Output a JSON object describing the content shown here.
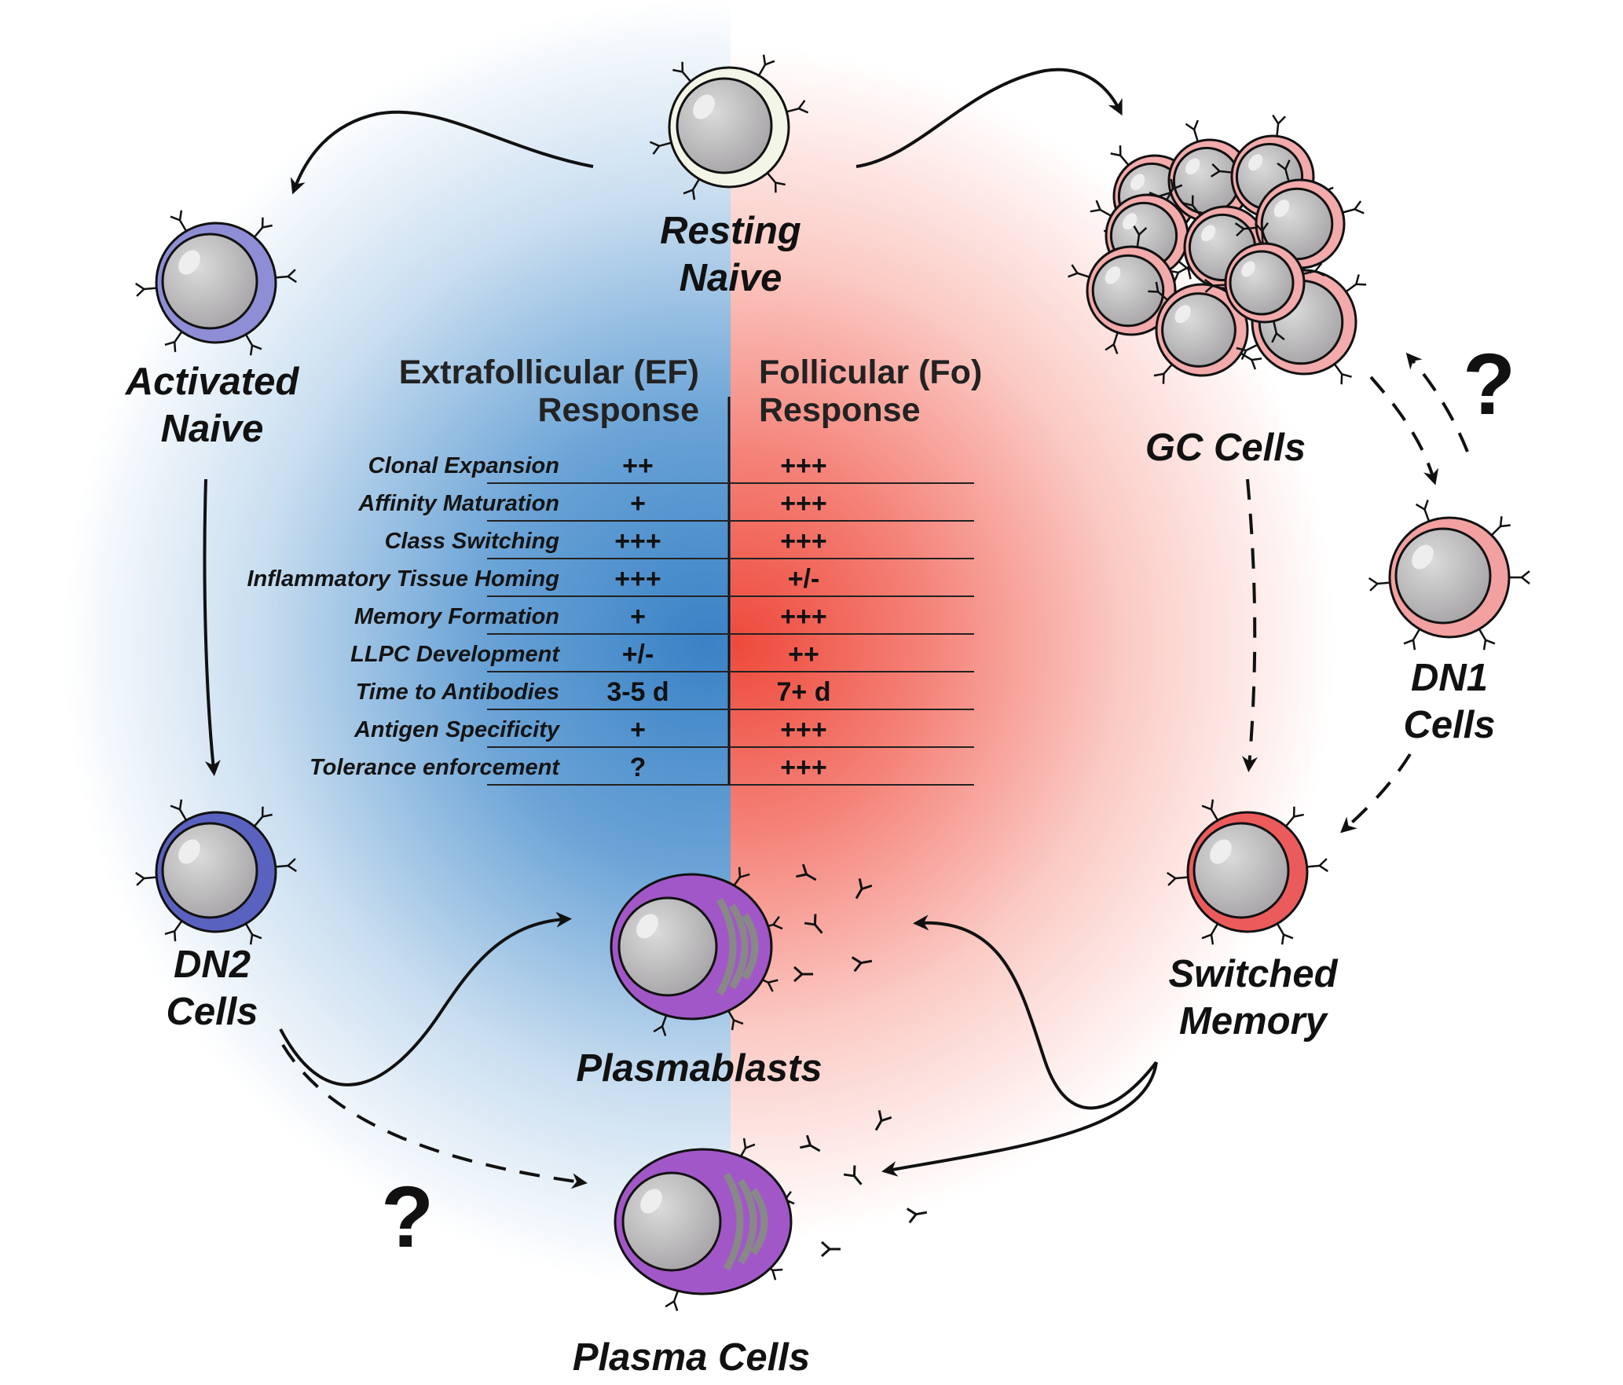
{
  "cells": {
    "resting_naive": [
      "Resting",
      "Naive"
    ],
    "activated_naive": [
      "Activated",
      "Naive"
    ],
    "dn2": [
      "DN2",
      "Cells"
    ],
    "gc": [
      "GC Cells"
    ],
    "dn1": [
      "DN1",
      "Cells"
    ],
    "switched_memory": [
      "Switched",
      "Memory"
    ],
    "plasmablasts": [
      "Plasmablasts"
    ],
    "plasma_cells": [
      "Plasma Cells"
    ]
  },
  "table": {
    "ef_header": [
      "Extrafollicular (EF)",
      "Response"
    ],
    "fo_header": [
      "Follicular (Fo)",
      "Response"
    ],
    "rows": [
      {
        "label": "Clonal Expansion",
        "ef": "++",
        "fo": "+++"
      },
      {
        "label": "Affinity Maturation",
        "ef": "+",
        "fo": "+++"
      },
      {
        "label": "Class Switching",
        "ef": "+++",
        "fo": "+++"
      },
      {
        "label": "Inflammatory Tissue Homing",
        "ef": "+++",
        "fo": "+/-"
      },
      {
        "label": "Memory Formation",
        "ef": "+",
        "fo": "+++"
      },
      {
        "label": "LLPC Development",
        "ef": "+/-",
        "fo": "++"
      },
      {
        "label": "Time to Antibodies",
        "ef": "3-5 d",
        "fo": "7+ d"
      },
      {
        "label": "Antigen Specificity",
        "ef": "+",
        "fo": "+++"
      },
      {
        "label": "Tolerance enforcement",
        "ef": "?",
        "fo": "+++"
      }
    ]
  },
  "question_marks": [
    "?",
    "?"
  ],
  "colors": {
    "ef_blue": "#3a82c6",
    "fo_red": "#ee4a3c",
    "resting_ring": "#f3f5e6",
    "activated_ring": "#8e8ed6",
    "dn2_ring": "#5a62c0",
    "gc_ring": "#f2aaaa",
    "dn1_ring": "#f3a0a0",
    "switched_ring": "#ec5b5b",
    "plasma": "#a257c8",
    "nucleus": "#b3b1b3"
  }
}
